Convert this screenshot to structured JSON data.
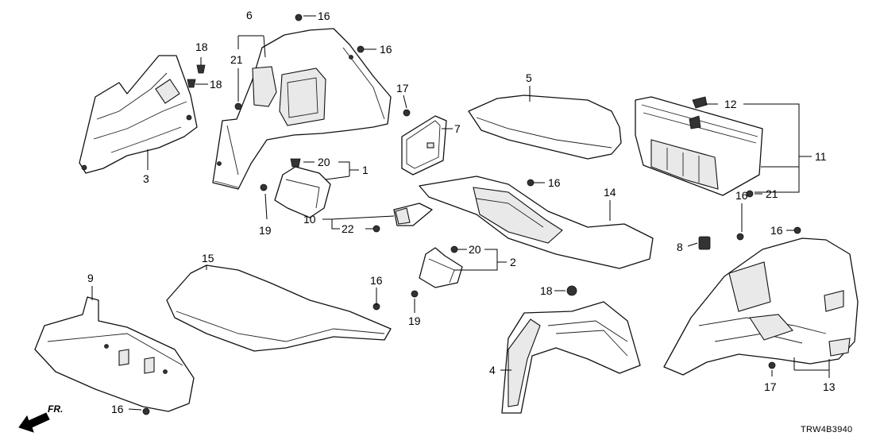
{
  "diagram": {
    "diagram_code": "TRW4B3940",
    "direction_label": "FR.",
    "callouts": {
      "c1": "1",
      "c2": "2",
      "c3": "3",
      "c4": "4",
      "c5": "5",
      "c6": "6",
      "c7": "7",
      "c8": "8",
      "c9": "9",
      "c10": "10",
      "c11": "11",
      "c12": "12",
      "c13": "13",
      "c14": "14",
      "c15": "15",
      "c16": "16",
      "c17": "17",
      "c18": "18",
      "c19": "19",
      "c20": "20",
      "c21": "21",
      "c22": "22"
    }
  }
}
